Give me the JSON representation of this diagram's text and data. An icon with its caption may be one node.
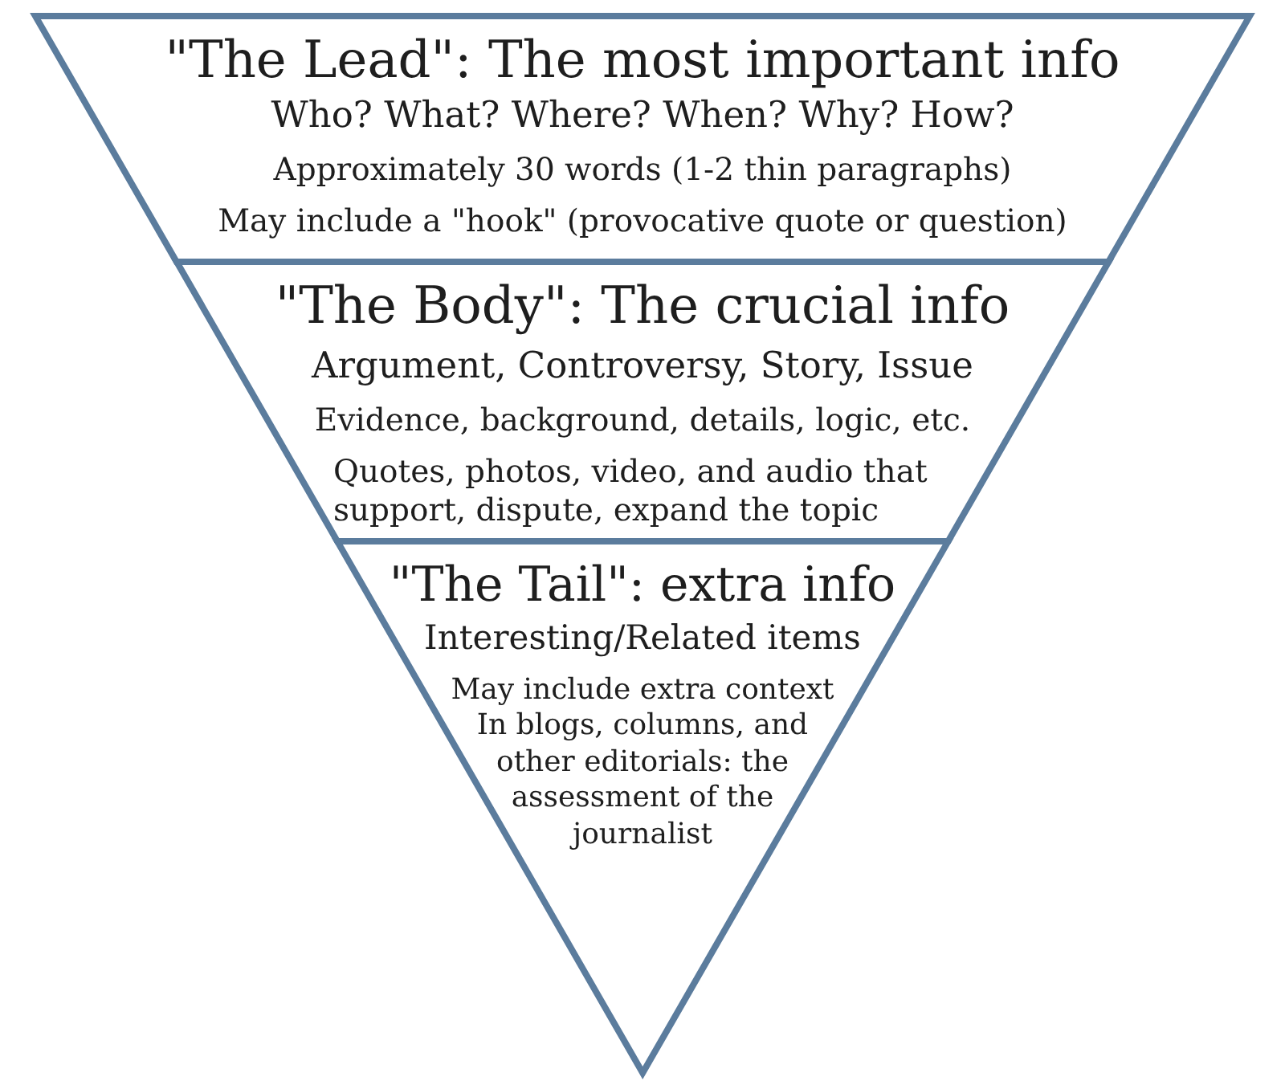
{
  "diagram": {
    "nodes": [
      {
        "text": [
          "\"The Lead\": The most important info",
          "Who? What? Where? When? Why? How?",
          "Approximately 30 words (1-2 thin paragraphs)",
          "May include a \"hook\" (provocative quote or question)"
        ]
      },
      {
        "text": [
          "\"The Body\": The crucial info",
          "Argument, Controversy, Story, Issue",
          "Evidence, background, details, logic, etc.",
          "Quotes, photos, video, and audio that support, dispute, expand the topic"
        ]
      },
      {
        "text": [
          "\"The Tail\": extra info",
          "Interesting/Related items",
          "May include extra context",
          "In blogs, columns, and other editorials: the assessment of the journalist"
        ]
      }
    ]
  }
}
